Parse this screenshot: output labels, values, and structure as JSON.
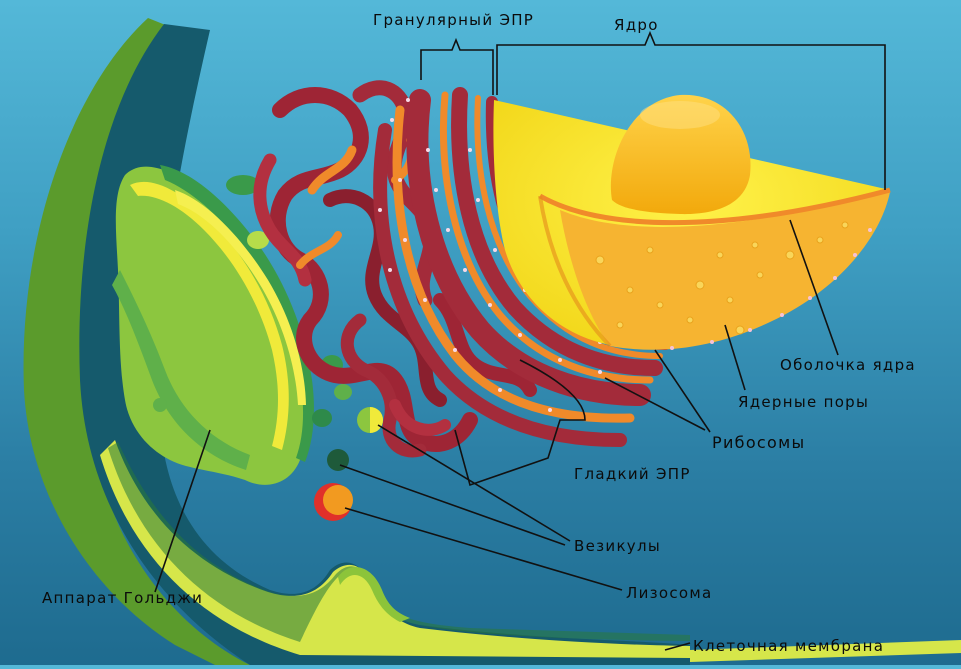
{
  "labels": {
    "granular_er": "Гранулярный ЭПР",
    "nucleus": "Ядро",
    "nuclear_envelope": "Оболочка ядра",
    "nuclear_pores": "Ядерные поры",
    "ribosomes": "Рибосомы",
    "smooth_er": "Гладкий ЭПР",
    "vesicles": "Везикулы",
    "lysosome": "Лизосома",
    "golgi": "Аппарат Гольджи",
    "cell_membrane": "Клеточная мембрана"
  },
  "colors": {
    "membrane_outer": "#5a9a2a",
    "membrane_yellow": "#d8e84a",
    "cytoplasm_dark": "#155a6c",
    "nucleus_yellow": "#f4de1e",
    "nucleoplasm": "#f6b431",
    "nucleolus": "#f7b516",
    "er_red": "#a32b3a",
    "er_orange": "#f08a2a",
    "golgi_green": "#8cc63f",
    "golgi_dark": "#3a9a4a",
    "lysosome": "#e0302a",
    "leader_line": "#111111"
  }
}
